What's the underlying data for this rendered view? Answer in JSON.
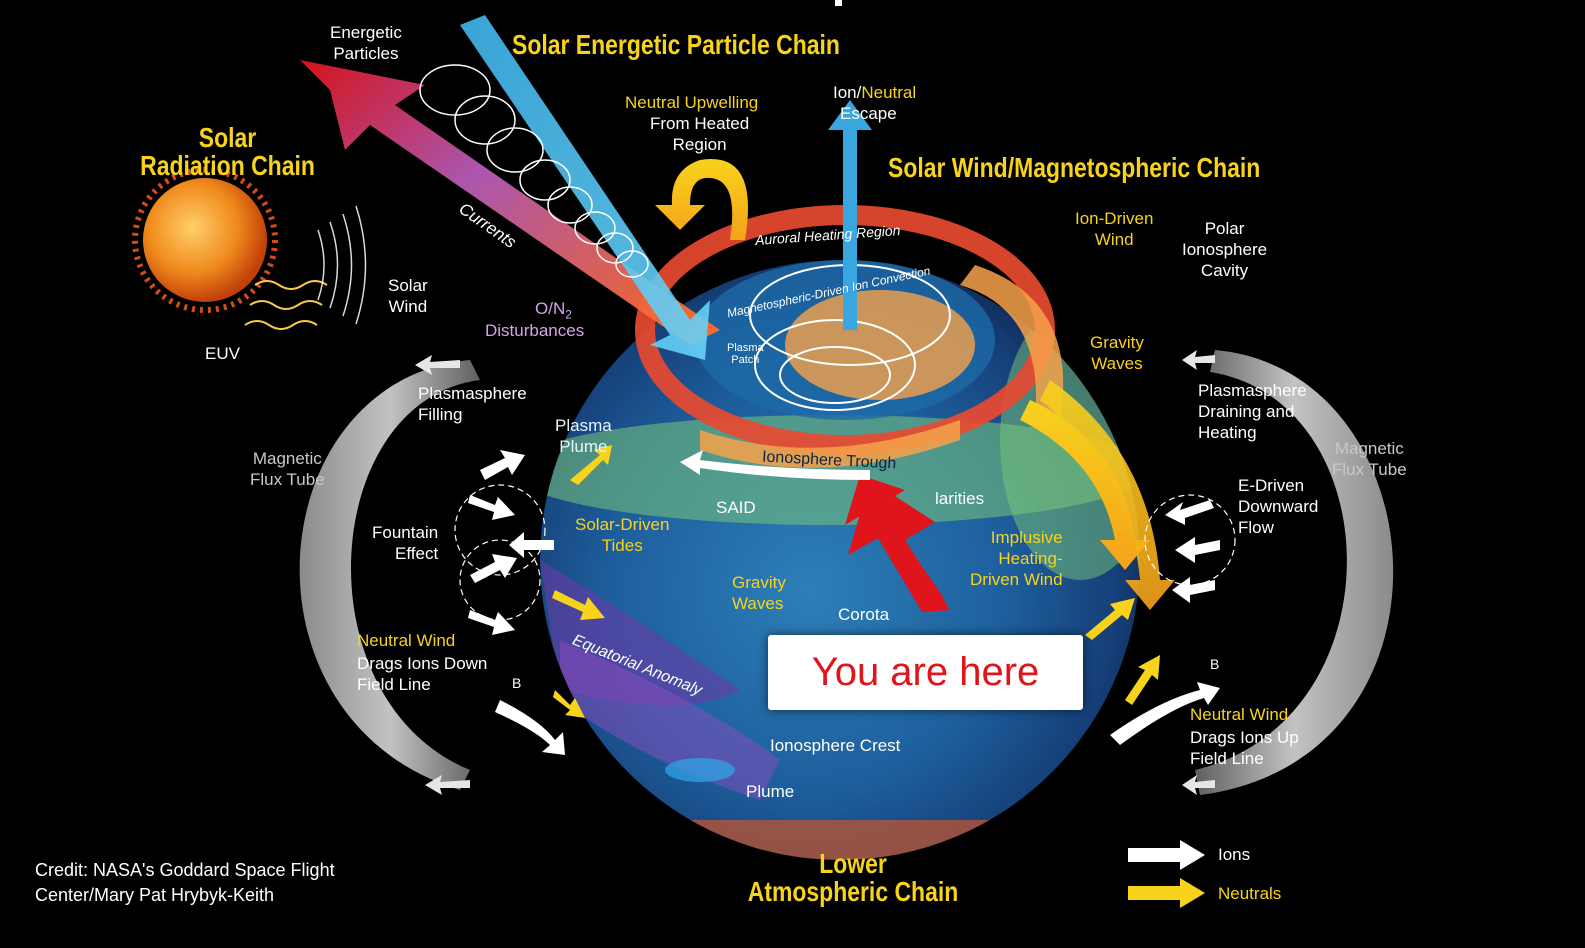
{
  "labels": {
    "energetic_particles": "Energetic\nParticles",
    "solar_energetic_particle_chain": "Solar Energetic Particle Chain",
    "solar_radiation_chain": "Solar\nRadiation Chain",
    "neutral_upwelling": "Neutral Upwelling",
    "from_heated_region": "From Heated\nRegion",
    "ion": "Ion/",
    "neutral": "Neutral",
    "escape": "Escape",
    "solar_wind_magnetospheric_chain": "Solar Wind/Magnetospheric Chain",
    "currents": "Currents",
    "auroral_heating_region": "Auroral Heating Region",
    "ion_driven_wind": "Ion-Driven\nWind",
    "polar_ionosphere_cavity": "Polar\nIonosphere\nCavity",
    "solar_wind": "Solar\nWind",
    "o_n2_disturbances": "O/N",
    "n2_sub": "2",
    "disturbances": "Disturbances",
    "magnetospheric_driven_ion_convection": "Magnetospheric-Driven Ion Convection",
    "gravity_waves_top": "Gravity\nWaves",
    "euv": "EUV",
    "plasma_patch": "Plasma\nPatch",
    "plasmasphere_filling": "Plasmasphere\nFilling",
    "plasmasphere_draining": "Plasmasphere\nDraining and\nHeating",
    "plasma_plume": "Plasma\nPlume",
    "magnetic_flux_tube_left": "Magnetic\nFlux Tube",
    "magnetic_flux_tube_right": "Magnetic\nFlux Tube",
    "ionosphere_trough": "Ionosphere Trough",
    "said": "SAID",
    "irregularities": "larities",
    "e_driven_downward_flow": "E-Driven\nDownward\nFlow",
    "fountain_effect": "Fountain\nEffect",
    "solar_driven_tides": "Solar-Driven\nTides",
    "implusive_heating_driven_wind": "Implusive\nHeating-\nDriven Wind",
    "gravity_waves_mid": "Gravity\nWaves",
    "corotation": "Corota",
    "neutral_wind_left": "Neutral Wind",
    "drags_ions_down": "Drags Ions Down\nField Line",
    "b_left": "B",
    "b_right": "B",
    "equatorial_anomaly": "Equatorial Anomaly",
    "neutral_wind_right": "Neutral Wind",
    "drags_ions_up": "Drags Ions Up\nField Line",
    "ionosphere_crest": "Ionosphere Crest",
    "plume": "Plume",
    "lower_atmospheric_chain": "Lower\nAtmospheric Chain"
  },
  "callout": {
    "text": "You are here",
    "color": "#e0141b"
  },
  "legend": {
    "ions": "Ions",
    "neutrals": "Neutrals"
  },
  "credit": "Credit: NASA's Goddard Space Flight\nCenter/Mary Pat Hrybyk-Keith",
  "colors": {
    "background": "#000000",
    "chain_title": "#f7d31c",
    "ions_arrow": "#ffffff",
    "neutrals_arrow": "#f7d31c",
    "callout_arrow": "#e0141b"
  }
}
